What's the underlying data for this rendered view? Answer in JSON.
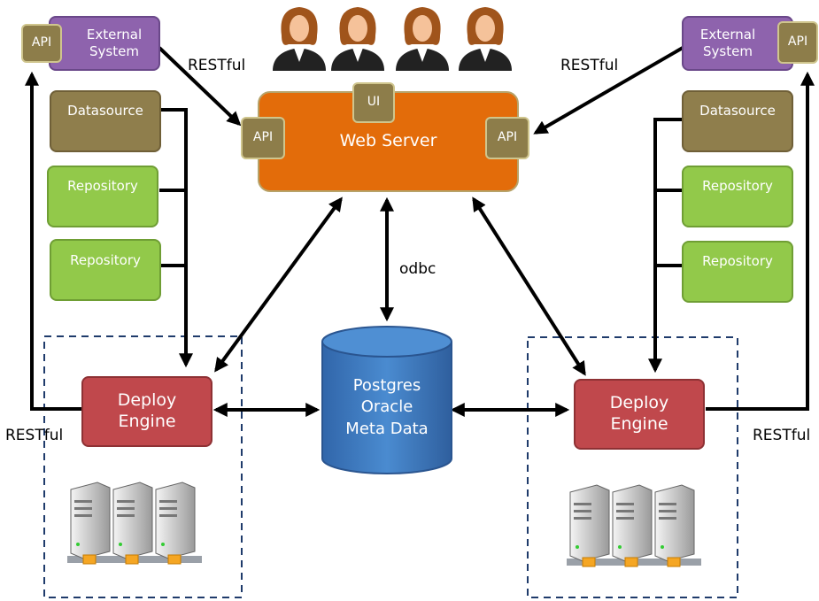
{
  "users": {
    "count": 4,
    "icon": "businesswoman-icon"
  },
  "web_server": {
    "label": "Web Server",
    "ui_label": "UI",
    "api_left": "API",
    "api_right": "API"
  },
  "left": {
    "external_system": "External\nSystem",
    "api": "API",
    "datasource": "Datasource",
    "repository_1": "Repository",
    "repository_2": "Repository",
    "deploy_engine": "Deploy\nEngine",
    "restful_top": "RESTful",
    "restful_bottom": "RESTful"
  },
  "right": {
    "external_system": "External\nSystem",
    "api": "API",
    "datasource": "Datasource",
    "repository_1": "Repository",
    "repository_2": "Repository",
    "deploy_engine": "Deploy\nEngine",
    "restful_top": "RESTful",
    "restful_bottom": "RESTful"
  },
  "database": {
    "line1": "Postgres",
    "line2": "Oracle",
    "line3": "Meta Data"
  },
  "odbc_label": "odbc",
  "colors": {
    "web_server": "#e36c0a",
    "deploy_engine": "#c0484c",
    "datasource": "#8f7e4c",
    "repository": "#92c94a",
    "external_system": "#8e63ad",
    "database": "#3f7fc4",
    "arrow": "#000000",
    "cluster_border": "#1f3b6b"
  }
}
